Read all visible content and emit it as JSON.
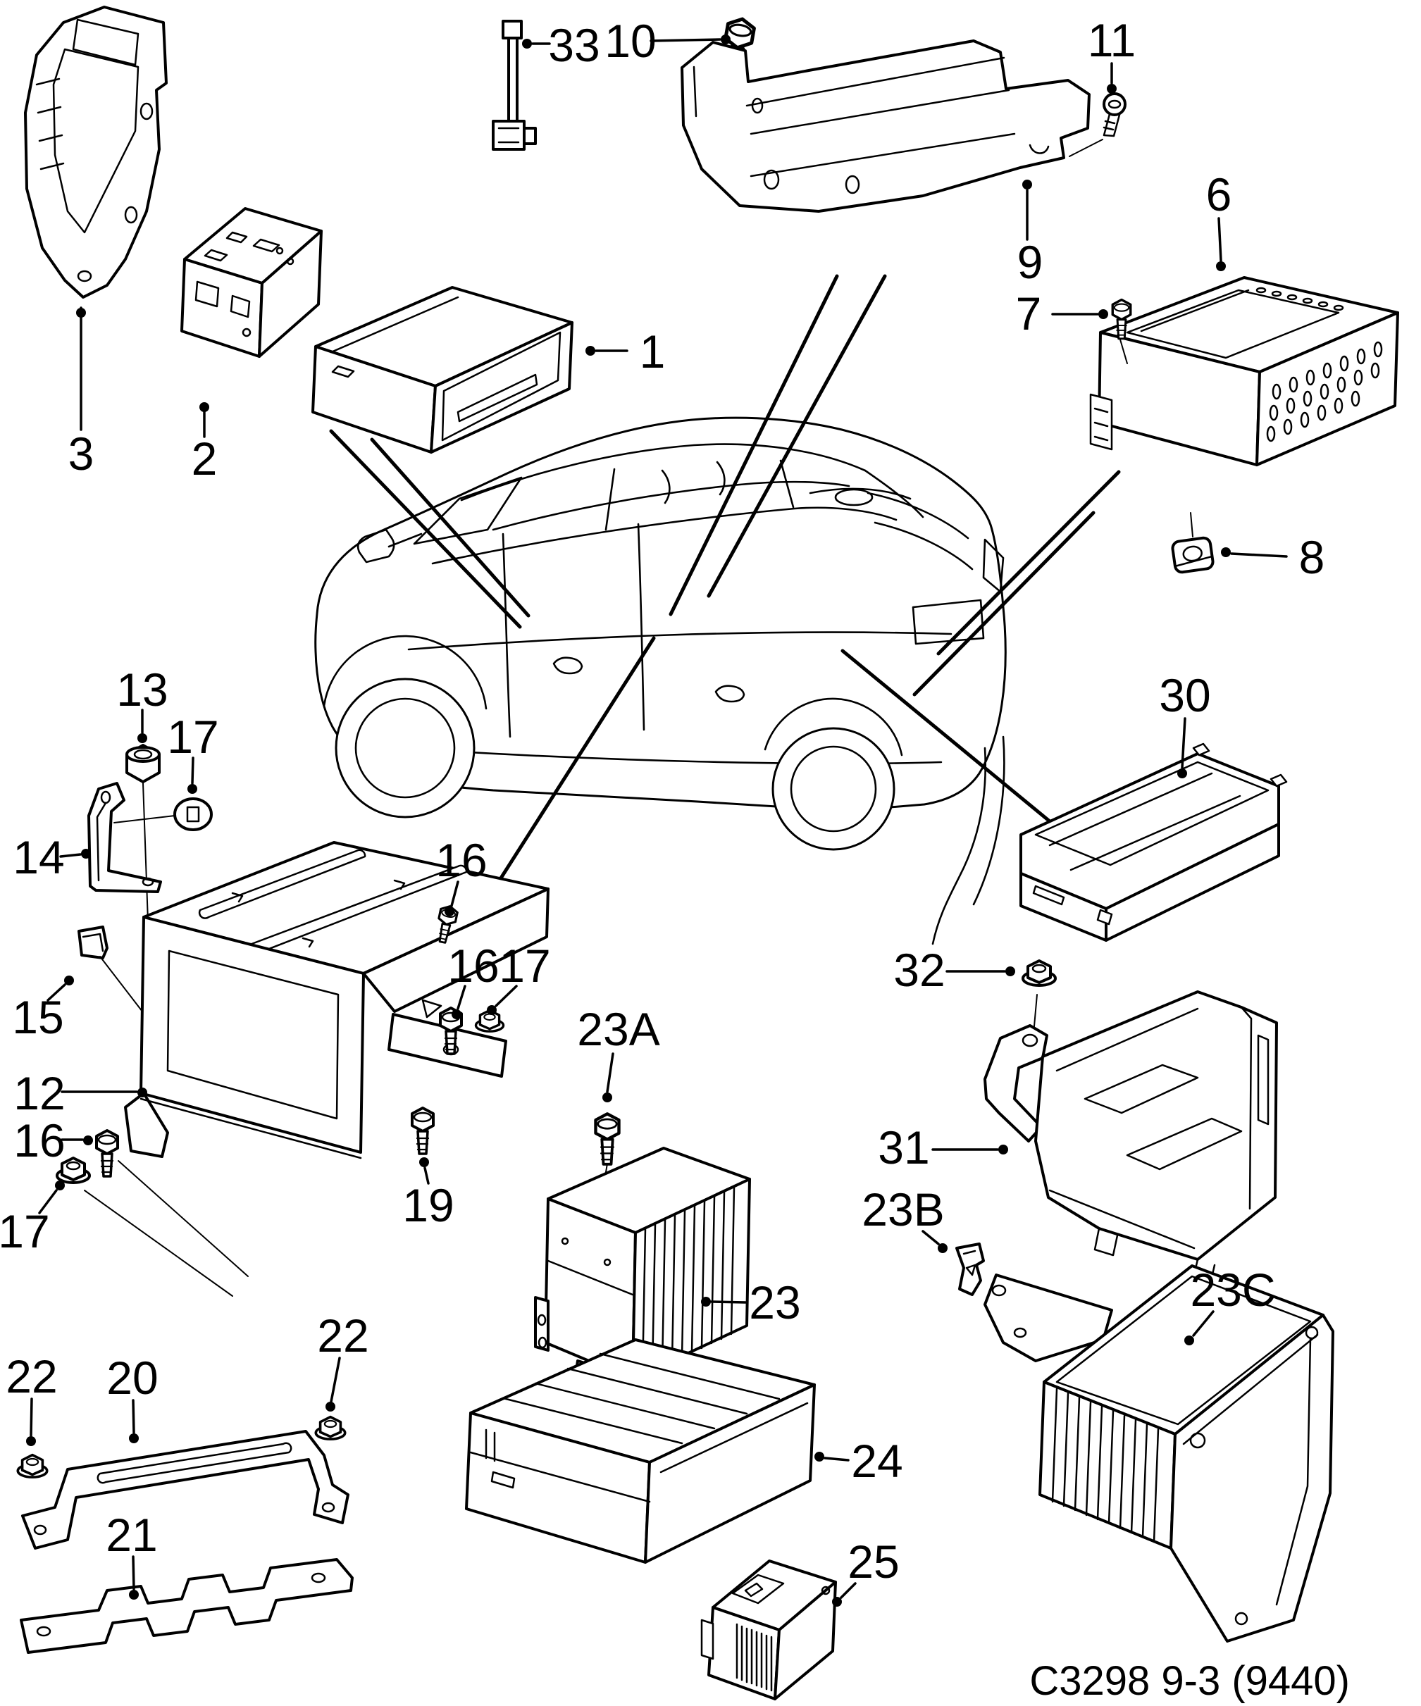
{
  "figure": {
    "caption": "C3298 9-3 (9440)",
    "background_color": "#ffffff",
    "line_color": "#000000"
  },
  "callouts": {
    "c1": "1",
    "c2": "2",
    "c3": "3",
    "c6": "6",
    "c7": "7",
    "c8": "8",
    "c9": "9",
    "c10": "10",
    "c11": "11",
    "c12": "12",
    "c13": "13",
    "c14": "14",
    "c15": "15",
    "c16a": "16",
    "c16b": "16",
    "c16c": "16",
    "c17a": "17",
    "c17b": "17",
    "c17c": "17",
    "c19": "19",
    "c20": "20",
    "c21": "21",
    "c22a": "22",
    "c22b": "22",
    "c23": "23",
    "c23A": "23A",
    "c23B": "23B",
    "c23C": "23C",
    "c24": "24",
    "c25": "25",
    "c30": "30",
    "c31": "31",
    "c32": "32",
    "c33": "33"
  }
}
